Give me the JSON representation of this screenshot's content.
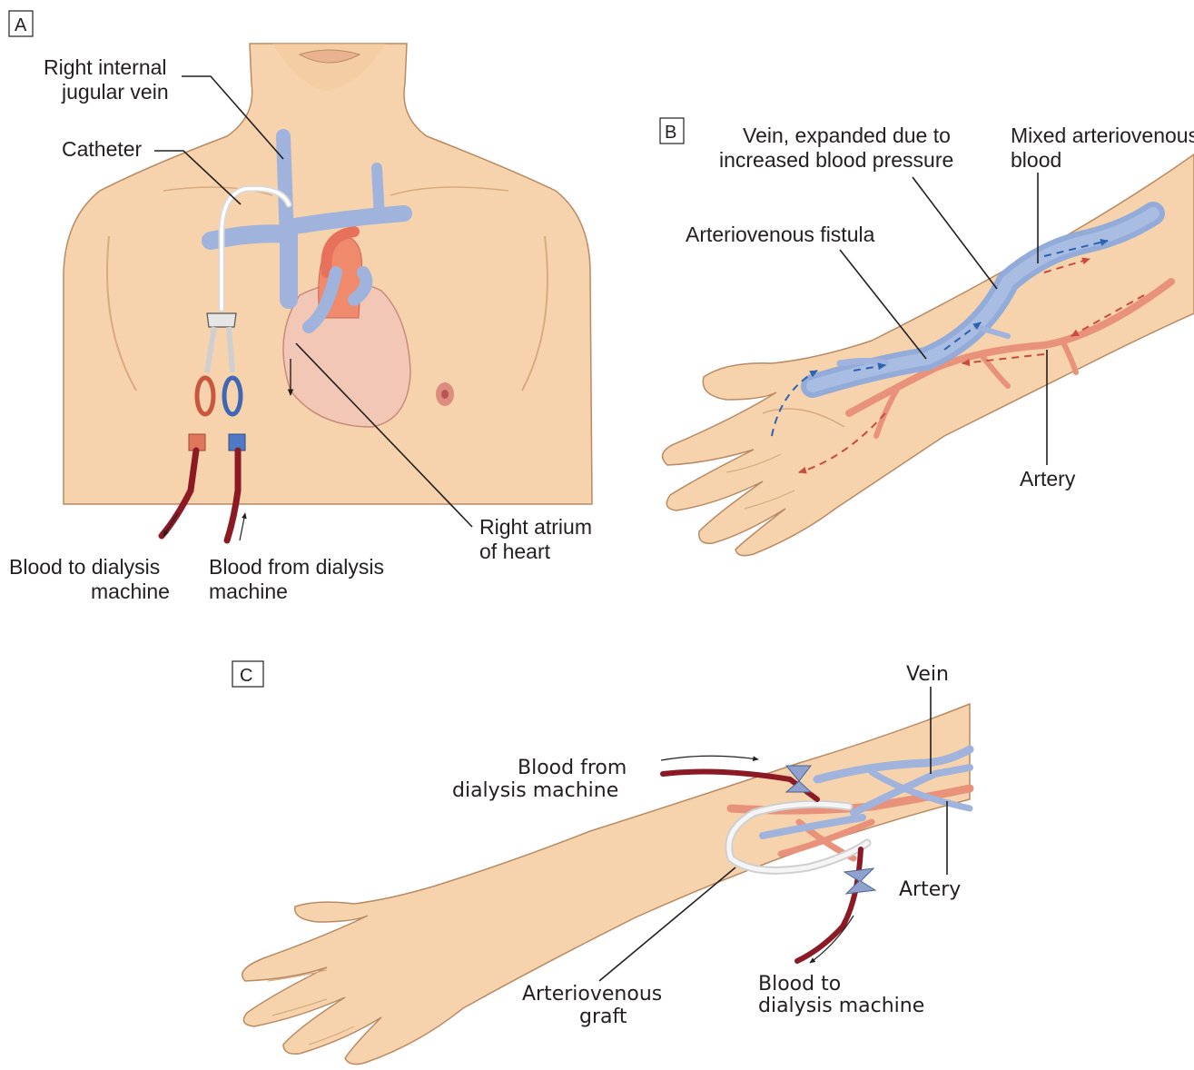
{
  "panels": {
    "a": {
      "tag": "A",
      "labels": {
        "jugular_line1": "Right internal",
        "jugular_line2": "jugular vein",
        "catheter": "Catheter",
        "atrium_line1": "Right atrium",
        "atrium_line2": "of heart",
        "to_machine_line1": "Blood to dialysis",
        "to_machine_line2": "machine",
        "from_machine_line1": "Blood from dialysis",
        "from_machine_line2": "machine"
      }
    },
    "b": {
      "tag": "B",
      "labels": {
        "vein_line1": "Vein, expanded due to",
        "vein_line2": "increased blood pressure",
        "mixed_line1": "Mixed arteriovenous",
        "mixed_line2": "blood",
        "fistula": "Arteriovenous fistula",
        "artery": "Artery"
      }
    },
    "c": {
      "tag": "C",
      "labels": {
        "vein": "Vein",
        "from_line1": "Blood from",
        "from_line2": "dialysis machine",
        "artery": "Artery",
        "graft_line1": "Arteriovenous",
        "graft_line2": "graft",
        "to_line1": "Blood to",
        "to_line2": "dialysis machine"
      }
    }
  },
  "colors": {
    "skin": "#f6d3ac",
    "vein": "#9fb3dc",
    "artery": "#e8927c",
    "tubing": "#8c1a24",
    "heart": "#f2c7b6"
  }
}
